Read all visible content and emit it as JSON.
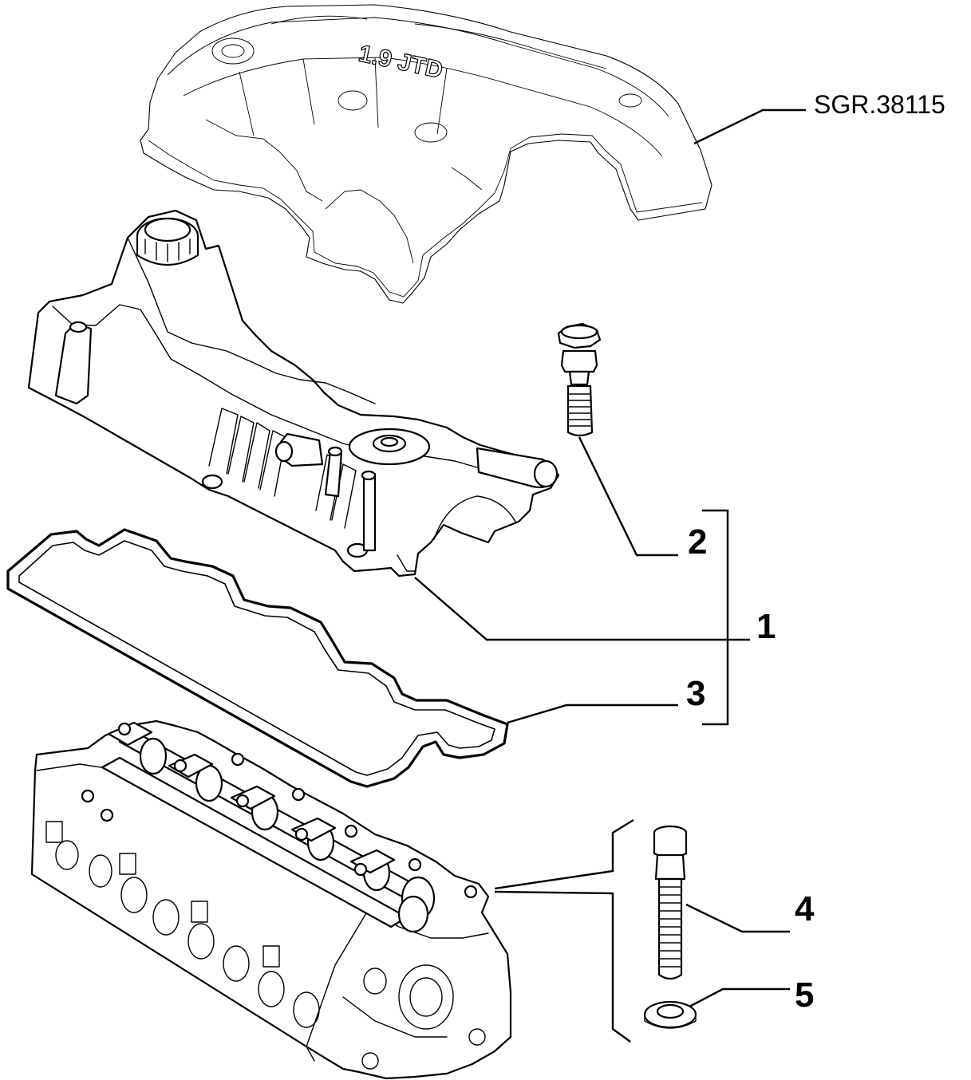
{
  "reference": {
    "code": "SGR.38115"
  },
  "cover_logo": "1.9 JTD",
  "callouts": [
    {
      "number": "1"
    },
    {
      "number": "2"
    },
    {
      "number": "3"
    },
    {
      "number": "4"
    },
    {
      "number": "5"
    }
  ]
}
